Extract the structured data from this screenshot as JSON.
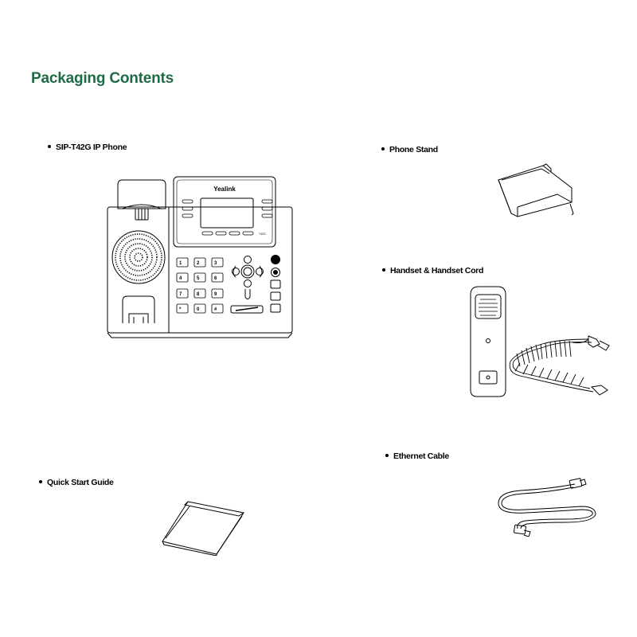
{
  "page": {
    "title": "Packaging Contents"
  },
  "items": {
    "phone": {
      "label": "SIP-T42G IP Phone",
      "brand": "Yealink",
      "model": "T42G"
    },
    "stand": {
      "label": "Phone Stand"
    },
    "handset": {
      "label": "Handset & Handset Cord"
    },
    "guide": {
      "label": "Quick Start Guide"
    },
    "ethernet": {
      "label": "Ethernet Cable"
    }
  },
  "colors": {
    "title": "#1f6b45",
    "line": "#000000"
  }
}
